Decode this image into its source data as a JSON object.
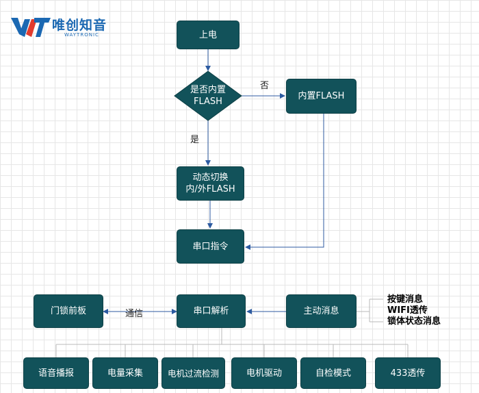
{
  "logo": {
    "brand_cn": "唯创知音",
    "brand_en": "WAYTRONIC"
  },
  "nodes": {
    "power_on": "上电",
    "decision_line1": "是否内置",
    "decision_line2": "FLASH",
    "builtin_flash": "内置FLASH",
    "dyn_line1": "动态切换",
    "dyn_line2": "内/外FLASH",
    "serial_cmd": "串口指令",
    "door_panel": "门锁前板",
    "serial_parse": "串口解析",
    "active_msg": "主动消息",
    "modules": [
      "语音播报",
      "电量采集",
      "电机过流检测",
      "电机驱动",
      "自检模式",
      "433透传"
    ]
  },
  "labels": {
    "no": "否",
    "yes": "是",
    "comm": "通信"
  },
  "side_list": [
    "按键消息",
    "WIFI透传",
    "锁体状态消息"
  ]
}
